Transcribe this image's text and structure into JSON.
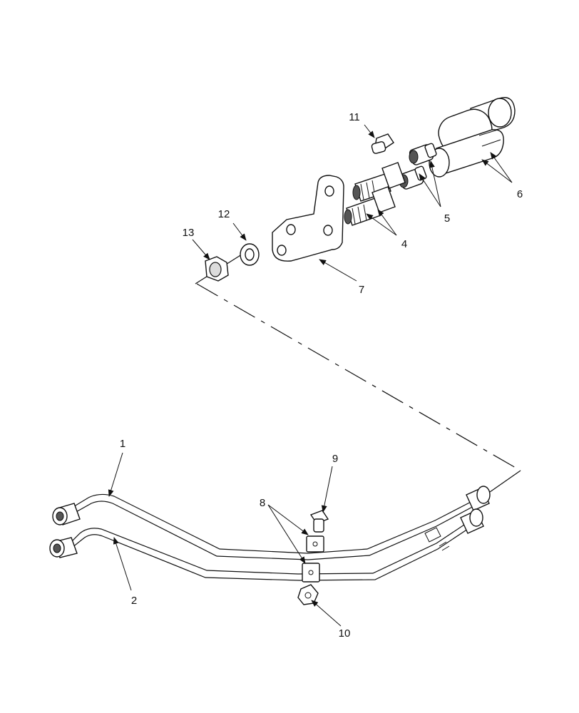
{
  "diagram": {
    "callouts": {
      "c1": "1",
      "c2": "2",
      "c4": "4",
      "c5": "5",
      "c6": "6",
      "c7": "7",
      "c8": "8",
      "c9": "9",
      "c10": "10",
      "c11": "11",
      "c12": "12",
      "c13": "13"
    }
  }
}
